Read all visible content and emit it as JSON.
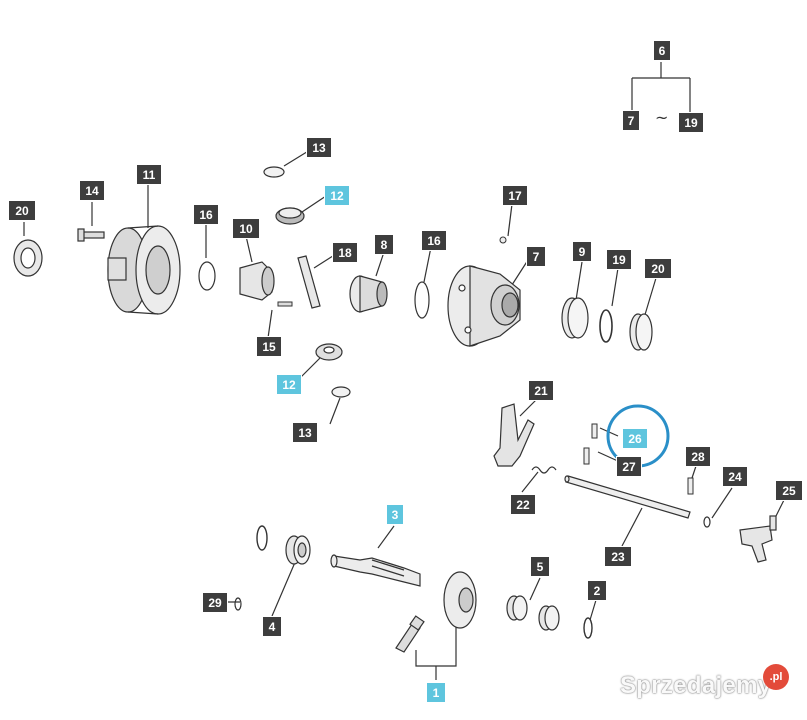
{
  "callouts": {
    "c1": "1",
    "c2": "2",
    "c3": "3",
    "c4": "4",
    "c5": "5",
    "c6": "6",
    "c7a": "7",
    "c7b": "7",
    "c8": "8",
    "c9": "9",
    "c10": "10",
    "c11": "11",
    "c12a": "12",
    "c12b": "12",
    "c13a": "13",
    "c13b": "13",
    "c14": "14",
    "c15": "15",
    "c16a": "16",
    "c16b": "16",
    "c17": "17",
    "c18": "18",
    "c19a": "19",
    "c19b": "19",
    "c20a": "20",
    "c20b": "20",
    "c21": "21",
    "c22": "22",
    "c23": "23",
    "c24": "24",
    "c25": "25",
    "c26": "26",
    "c27": "27",
    "c28": "28",
    "c29": "29"
  },
  "range_separator": "~",
  "highlight_color": "#5ec5de",
  "circle_color": "#2a8fc8",
  "watermark": {
    "brand": "Sprzedajemy",
    "badge": ".pl"
  }
}
